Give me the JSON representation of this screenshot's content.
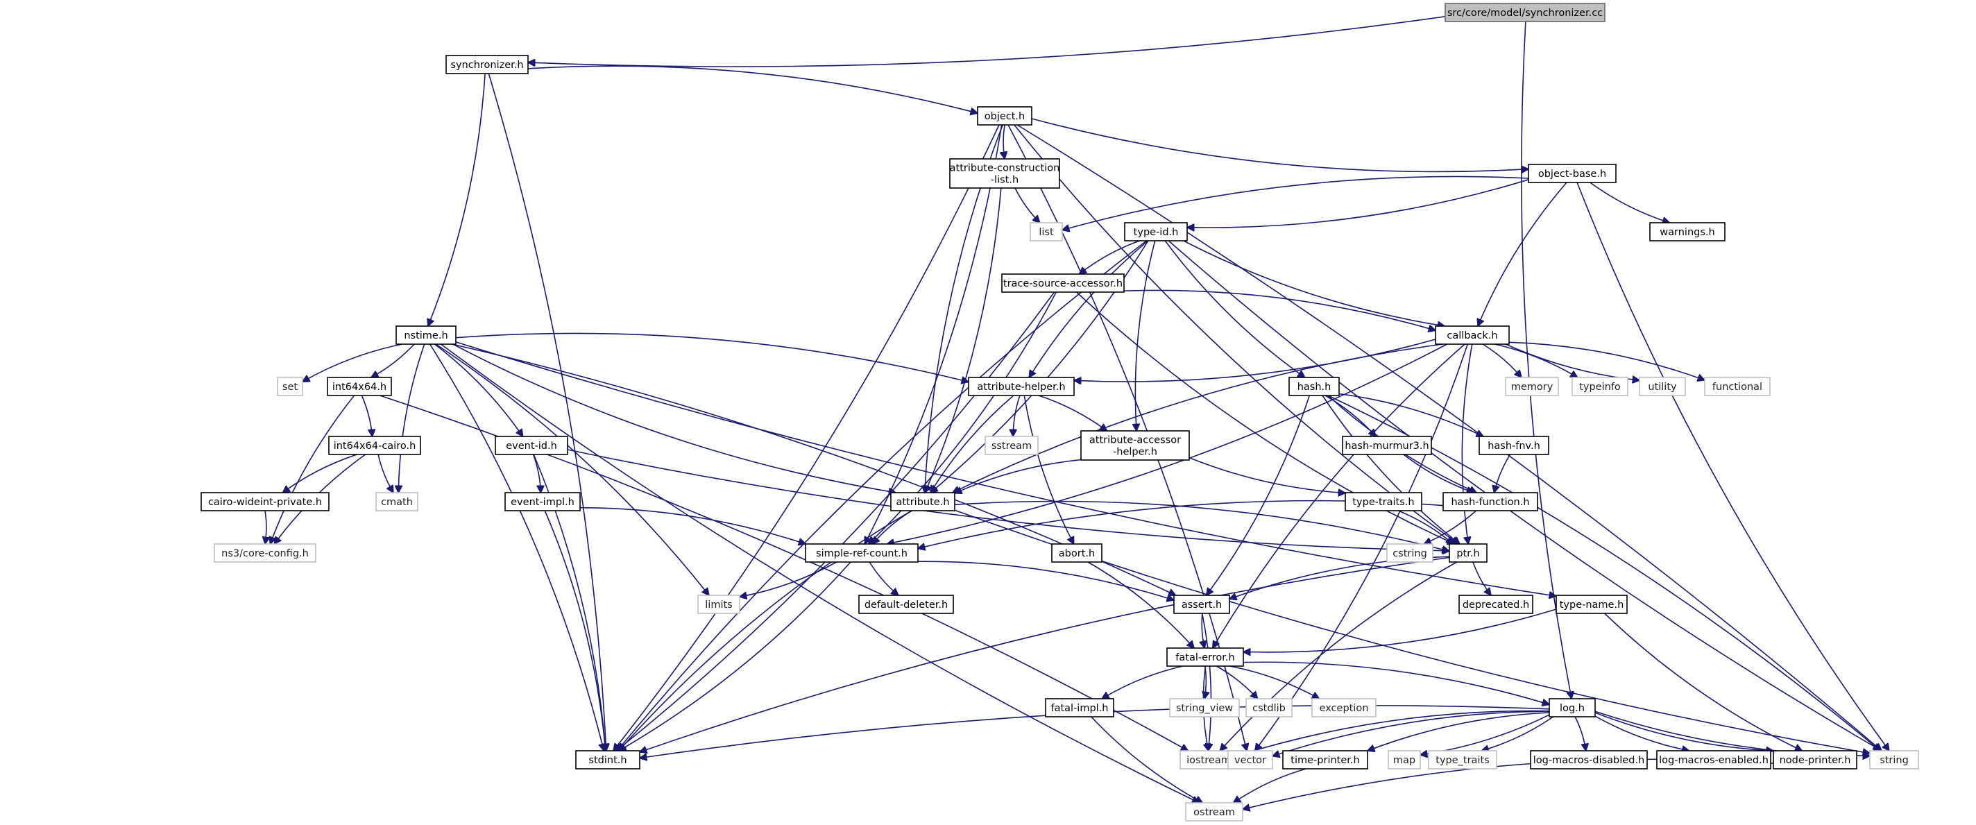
{
  "diagram": {
    "title": "src/core/model/synchronizer.cc",
    "style": {
      "edge_color": "#191970",
      "node_border": "#000000",
      "external_node_border": "#bfbfbf",
      "root_fill": "#bfbfbf"
    },
    "nodes": [
      {
        "id": "root",
        "label": "src/core/model/synchronizer.cc",
        "kind": "root"
      },
      {
        "id": "synchronizer_h",
        "label": "synchronizer.h",
        "kind": "header"
      },
      {
        "id": "object_h",
        "label": "object.h",
        "kind": "header"
      },
      {
        "id": "attr_construction",
        "label": "attribute-construction\n-list.h",
        "kind": "header"
      },
      {
        "id": "object_base_h",
        "label": "object-base.h",
        "kind": "header"
      },
      {
        "id": "list",
        "label": "list",
        "kind": "external"
      },
      {
        "id": "type_id_h",
        "label": "type-id.h",
        "kind": "header"
      },
      {
        "id": "warnings_h",
        "label": "warnings.h",
        "kind": "header"
      },
      {
        "id": "trace_source",
        "label": "trace-source-accessor.h",
        "kind": "header"
      },
      {
        "id": "nstime_h",
        "label": "nstime.h",
        "kind": "header"
      },
      {
        "id": "callback_h",
        "label": "callback.h",
        "kind": "header"
      },
      {
        "id": "set",
        "label": "set",
        "kind": "external"
      },
      {
        "id": "int64x64_h",
        "label": "int64x64.h",
        "kind": "header"
      },
      {
        "id": "attribute_helper_h",
        "label": "attribute-helper.h",
        "kind": "header"
      },
      {
        "id": "memory",
        "label": "memory",
        "kind": "external"
      },
      {
        "id": "typeinfo",
        "label": "typeinfo",
        "kind": "external"
      },
      {
        "id": "utility",
        "label": "utility",
        "kind": "external"
      },
      {
        "id": "functional",
        "label": "functional",
        "kind": "external"
      },
      {
        "id": "hash_h",
        "label": "hash.h",
        "kind": "header"
      },
      {
        "id": "int64x64_cairo",
        "label": "int64x64-cairo.h",
        "kind": "header"
      },
      {
        "id": "event_id_h",
        "label": "event-id.h",
        "kind": "header"
      },
      {
        "id": "sstream",
        "label": "sstream",
        "kind": "external"
      },
      {
        "id": "attr_accessor_helper",
        "label": "attribute-accessor\n-helper.h",
        "kind": "header"
      },
      {
        "id": "hash_murmur3",
        "label": "hash-murmur3.h",
        "kind": "header"
      },
      {
        "id": "hash_fnv",
        "label": "hash-fnv.h",
        "kind": "header"
      },
      {
        "id": "cairo_wideint",
        "label": "cairo-wideint-private.h",
        "kind": "header"
      },
      {
        "id": "cmath",
        "label": "cmath",
        "kind": "external"
      },
      {
        "id": "event_impl_h",
        "label": "event-impl.h",
        "kind": "header"
      },
      {
        "id": "attribute_h",
        "label": "attribute.h",
        "kind": "header"
      },
      {
        "id": "type_traits_h",
        "label": "type-traits.h",
        "kind": "header"
      },
      {
        "id": "hash_function_h",
        "label": "hash-function.h",
        "kind": "header"
      },
      {
        "id": "core_config",
        "label": "ns3/core-config.h",
        "kind": "external"
      },
      {
        "id": "simple_ref_count",
        "label": "simple-ref-count.h",
        "kind": "header"
      },
      {
        "id": "abort_h",
        "label": "abort.h",
        "kind": "header"
      },
      {
        "id": "cstring",
        "label": "cstring",
        "kind": "external"
      },
      {
        "id": "ptr_h",
        "label": "ptr.h",
        "kind": "header"
      },
      {
        "id": "limits",
        "label": "limits",
        "kind": "external"
      },
      {
        "id": "default_deleter",
        "label": "default-deleter.h",
        "kind": "header"
      },
      {
        "id": "assert_h",
        "label": "assert.h",
        "kind": "header"
      },
      {
        "id": "deprecated_h",
        "label": "deprecated.h",
        "kind": "header"
      },
      {
        "id": "type_name_h",
        "label": "type-name.h",
        "kind": "header"
      },
      {
        "id": "fatal_error_h",
        "label": "fatal-error.h",
        "kind": "header"
      },
      {
        "id": "fatal_impl_h",
        "label": "fatal-impl.h",
        "kind": "header"
      },
      {
        "id": "string_view",
        "label": "string_view",
        "kind": "external"
      },
      {
        "id": "cstdlib",
        "label": "cstdlib",
        "kind": "external"
      },
      {
        "id": "exception",
        "label": "exception",
        "kind": "external"
      },
      {
        "id": "log_h",
        "label": "log.h",
        "kind": "header"
      },
      {
        "id": "stdint_h",
        "label": "stdint.h",
        "kind": "header"
      },
      {
        "id": "iostream",
        "label": "iostream",
        "kind": "external"
      },
      {
        "id": "vector",
        "label": "vector",
        "kind": "external"
      },
      {
        "id": "time_printer",
        "label": "time-printer.h",
        "kind": "header"
      },
      {
        "id": "map",
        "label": "map",
        "kind": "external"
      },
      {
        "id": "type_traits",
        "label": "type_traits",
        "kind": "external"
      },
      {
        "id": "log_macros_disabled",
        "label": "log-macros-disabled.h",
        "kind": "header"
      },
      {
        "id": "log_macros_enabled",
        "label": "log-macros-enabled.h",
        "kind": "header"
      },
      {
        "id": "node_printer",
        "label": "node-printer.h",
        "kind": "header"
      },
      {
        "id": "string",
        "label": "string",
        "kind": "external"
      },
      {
        "id": "ostream",
        "label": "ostream",
        "kind": "external"
      }
    ],
    "edges": [
      [
        "root",
        "synchronizer_h"
      ],
      [
        "root",
        "log_h"
      ],
      [
        "synchronizer_h",
        "object_h"
      ],
      [
        "synchronizer_h",
        "nstime_h"
      ],
      [
        "synchronizer_h",
        "stdint_h"
      ],
      [
        "object_h",
        "attr_construction"
      ],
      [
        "object_h",
        "object_base_h"
      ],
      [
        "object_h",
        "stdint_h"
      ],
      [
        "object_h",
        "simple_ref_count"
      ],
      [
        "object_h",
        "attribute_h"
      ],
      [
        "object_h",
        "ptr_h"
      ],
      [
        "object_h",
        "vector"
      ],
      [
        "object_h",
        "string"
      ],
      [
        "attr_construction",
        "list"
      ],
      [
        "attr_construction",
        "attribute_h"
      ],
      [
        "object_base_h",
        "list"
      ],
      [
        "object_base_h",
        "type_id_h"
      ],
      [
        "object_base_h",
        "warnings_h"
      ],
      [
        "object_base_h",
        "callback_h"
      ],
      [
        "object_base_h",
        "string"
      ],
      [
        "type_id_h",
        "trace_source"
      ],
      [
        "type_id_h",
        "attribute_h"
      ],
      [
        "type_id_h",
        "attribute_helper_h"
      ],
      [
        "type_id_h",
        "attr_accessor_helper"
      ],
      [
        "type_id_h",
        "callback_h"
      ],
      [
        "type_id_h",
        "hash_h"
      ],
      [
        "type_id_h",
        "stdint_h"
      ],
      [
        "type_id_h",
        "string"
      ],
      [
        "trace_source",
        "callback_h"
      ],
      [
        "trace_source",
        "ptr_h"
      ],
      [
        "trace_source",
        "simple_ref_count"
      ],
      [
        "trace_source",
        "stdint_h"
      ],
      [
        "nstime_h",
        "set"
      ],
      [
        "nstime_h",
        "int64x64_h"
      ],
      [
        "nstime_h",
        "attribute_helper_h"
      ],
      [
        "nstime_h",
        "event_id_h"
      ],
      [
        "nstime_h",
        "attribute_h"
      ],
      [
        "nstime_h",
        "cmath"
      ],
      [
        "nstime_h",
        "limits"
      ],
      [
        "nstime_h",
        "assert_h"
      ],
      [
        "nstime_h",
        "type_name_h"
      ],
      [
        "nstime_h",
        "stdint_h"
      ],
      [
        "nstime_h",
        "ostream"
      ],
      [
        "callback_h",
        "attribute_helper_h"
      ],
      [
        "callback_h",
        "memory"
      ],
      [
        "callback_h",
        "typeinfo"
      ],
      [
        "callback_h",
        "utility"
      ],
      [
        "callback_h",
        "functional"
      ],
      [
        "callback_h",
        "attribute_h"
      ],
      [
        "callback_h",
        "ptr_h"
      ],
      [
        "callback_h",
        "simple_ref_count"
      ],
      [
        "callback_h",
        "fatal_error_h"
      ],
      [
        "callback_h",
        "vector"
      ],
      [
        "int64x64_h",
        "int64x64_cairo"
      ],
      [
        "int64x64_h",
        "core_config"
      ],
      [
        "int64x64_h",
        "iostream"
      ],
      [
        "int64x64_cairo",
        "cairo_wideint"
      ],
      [
        "int64x64_cairo",
        "cmath"
      ],
      [
        "int64x64_cairo",
        "core_config"
      ],
      [
        "cairo_wideint",
        "core_config"
      ],
      [
        "attribute_helper_h",
        "sstream"
      ],
      [
        "attribute_helper_h",
        "attr_accessor_helper"
      ],
      [
        "attribute_helper_h",
        "attribute_h"
      ],
      [
        "attribute_helper_h",
        "abort_h"
      ],
      [
        "attr_accessor_helper",
        "attribute_h"
      ],
      [
        "attr_accessor_helper",
        "type_traits_h"
      ],
      [
        "hash_h",
        "hash_murmur3"
      ],
      [
        "hash_h",
        "hash_fnv"
      ],
      [
        "hash_h",
        "hash_function_h"
      ],
      [
        "hash_h",
        "assert_h"
      ],
      [
        "hash_h",
        "ptr_h"
      ],
      [
        "hash_h",
        "string"
      ],
      [
        "hash_murmur3",
        "hash_function_h"
      ],
      [
        "hash_fnv",
        "hash_function_h"
      ],
      [
        "hash_function_h",
        "simple_ref_count"
      ],
      [
        "hash_function_h",
        "cstring"
      ],
      [
        "type_traits_h",
        "ptr_h"
      ],
      [
        "event_id_h",
        "event_impl_h"
      ],
      [
        "event_id_h",
        "ptr_h"
      ],
      [
        "event_id_h",
        "stdint_h"
      ],
      [
        "event_impl_h",
        "simple_ref_count"
      ],
      [
        "event_impl_h",
        "stdint_h"
      ],
      [
        "attribute_h",
        "simple_ref_count"
      ],
      [
        "attribute_h",
        "ptr_h"
      ],
      [
        "attribute_h",
        "stdint_h"
      ],
      [
        "attribute_h",
        "string"
      ],
      [
        "simple_ref_count",
        "limits"
      ],
      [
        "simple_ref_count",
        "default_deleter"
      ],
      [
        "simple_ref_count",
        "assert_h"
      ],
      [
        "simple_ref_count",
        "stdint_h"
      ],
      [
        "abort_h",
        "fatal_error_h"
      ],
      [
        "ptr_h",
        "assert_h"
      ],
      [
        "ptr_h",
        "deprecated_h"
      ],
      [
        "ptr_h",
        "stdint_h"
      ],
      [
        "ptr_h",
        "iostream"
      ],
      [
        "assert_h",
        "fatal_error_h"
      ],
      [
        "assert_h",
        "iostream"
      ],
      [
        "type_name_h",
        "fatal_error_h"
      ],
      [
        "type_name_h",
        "node_printer"
      ],
      [
        "fatal_error_h",
        "fatal_impl_h"
      ],
      [
        "fatal_error_h",
        "string_view"
      ],
      [
        "fatal_error_h",
        "cstdlib"
      ],
      [
        "fatal_error_h",
        "exception"
      ],
      [
        "fatal_error_h",
        "log_h"
      ],
      [
        "fatal_error_h",
        "iostream"
      ],
      [
        "fatal_impl_h",
        "ostream"
      ],
      [
        "log_h",
        "stdint_h"
      ],
      [
        "log_h",
        "iostream"
      ],
      [
        "log_h",
        "vector"
      ],
      [
        "log_h",
        "time_printer"
      ],
      [
        "log_h",
        "map"
      ],
      [
        "log_h",
        "type_traits"
      ],
      [
        "log_h",
        "log_macros_disabled"
      ],
      [
        "log_h",
        "log_macros_enabled"
      ],
      [
        "log_h",
        "node_printer"
      ],
      [
        "log_h",
        "string"
      ],
      [
        "time_printer",
        "ostream"
      ],
      [
        "node_printer",
        "ostream"
      ]
    ]
  }
}
